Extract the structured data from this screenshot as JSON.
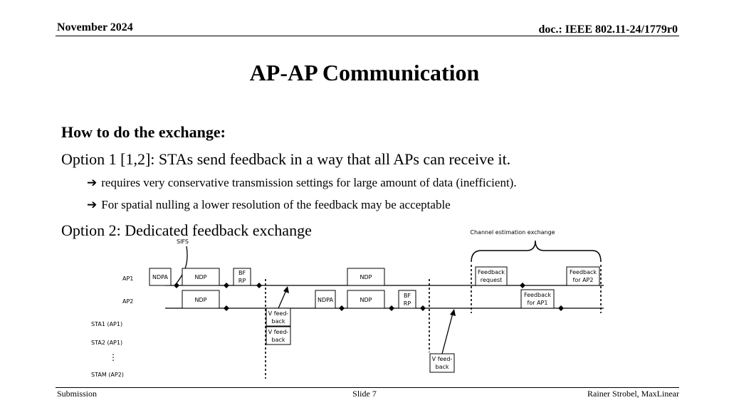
{
  "header": {
    "date": "November 2024",
    "doc": "doc.: IEEE 802.11-24/1779r0"
  },
  "title": "AP-AP Communication",
  "body": {
    "heading": "How to do the exchange:",
    "option1": "Option 1 [1,2]: STAs send feedback in a way that all APs can receive it.",
    "bullets": [
      "requires very conservative transmission settings for large amount of data (inefficient).",
      "For spatial nulling a lower resolution of the feedback may be acceptable"
    ],
    "option2": "Option 2: Dedicated feedback exchange"
  },
  "diagram": {
    "brace_label": "Channel estimation exchange",
    "sifs_label": "SIFS",
    "row_labels": [
      "AP1",
      "AP2",
      "STA1 (AP1)",
      "STA2 (AP1)",
      "STAM (AP2)"
    ],
    "ellipsis": "⋮",
    "frames": {
      "ap1_ndpa": "NDPA",
      "ap1_ndp": "NDP",
      "ap1_bfrp": [
        "BF",
        "RP"
      ],
      "ap1_ndp2": "NDP",
      "ap1_feedback_request": [
        "Feedback",
        "request"
      ],
      "ap1_feedback_for_ap2": [
        "Feedback",
        "for AP2"
      ],
      "ap2_ndp": "NDP",
      "ap2_ndpa": "NDPA",
      "ap2_ndp2": "NDP",
      "ap2_bfrp": [
        "BF",
        "RP"
      ],
      "ap2_feedback_for_ap1": [
        "Feedback",
        "for AP1"
      ],
      "sta1_vfeedback": [
        "V feed-",
        "back"
      ],
      "sta2_vfeedback": [
        "V feed-",
        "back"
      ],
      "stam_vfeedback": [
        "V feed-",
        "back"
      ]
    }
  },
  "footer": {
    "left": "Submission",
    "center": "Slide 7",
    "right": "Rainer Strobel, MaxLinear"
  }
}
